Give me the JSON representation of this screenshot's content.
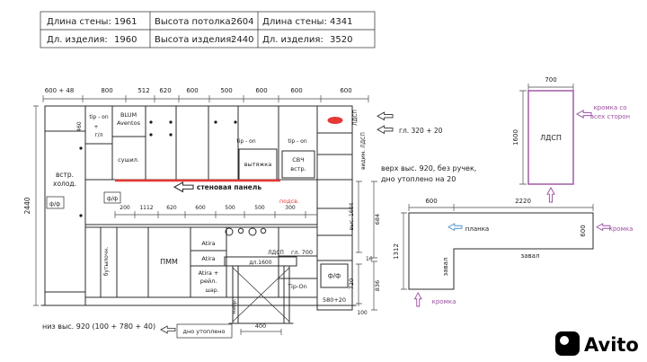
{
  "colors": {
    "line": "#2b2b2b",
    "red": "#e53935",
    "purple": "#9b4fa0",
    "blue": "#4a90c9"
  },
  "header": {
    "row1": [
      {
        "label": "Длина стены:",
        "value": "1961"
      },
      {
        "label": "Высота потолка:",
        "value": "2604"
      },
      {
        "label": "Длина стены:",
        "value": "4341"
      }
    ],
    "row2": [
      {
        "label": "Дл. изделия:",
        "value": "1960"
      },
      {
        "label": "Высота изделия:",
        "value": "2440"
      },
      {
        "label": "Дл. изделия:",
        "value": "3520"
      }
    ]
  },
  "elevation": {
    "dims_top": [
      "600 + 48",
      "800",
      "512",
      "620",
      "600",
      "500",
      "600",
      "600",
      "600"
    ],
    "dims_mid": [
      "200",
      "1112",
      "620",
      "600",
      "500",
      "500",
      "300"
    ],
    "total_height": "2440",
    "upper_door_height": "460",
    "labels": {
      "tip_on": "tip - on",
      "plus": "+",
      "gas_lift": "г/л",
      "blum": "BLUM",
      "aventos": "Aventos",
      "sushil": "сушил.",
      "vstr": "встр.",
      "holod": "холод.",
      "ff": "ф/ф",
      "vytyazhka": "вытяжка",
      "svch": "СВЧ",
      "svch_vstr": "встр.",
      "ldsp": "ЛДСП",
      "vidim_ldsp": "видим. ЛДСП",
      "depth_top": "гл. 320 + 20",
      "note_top_1": "верх выс. 920,  без ручек,",
      "note_top_2": "дно утоплено  на 20",
      "stenovaya_panel": "стеновая панель",
      "podsv": "подсв.",
      "butylochn": "бутылочн.",
      "pmm": "ПММ",
      "atira": "Atira",
      "atira_plus": "Atira +",
      "rejl": "рейл.",
      "shar": "шар.",
      "napr": "напр.",
      "dl_1600": "дл.1600",
      "gl_700": "гл. 700",
      "tip_on_blum": "Tip-On",
      "h580": "580+20",
      "g16": "16",
      "h720": "720",
      "h836": "836",
      "h100": "100",
      "vys_1604": "выс. 1604",
      "h684": "684",
      "w400": "400",
      "note_bottom": "низ выс. 920 (100 + 780 + 40)",
      "dno_utopleno": "дно утоплено"
    }
  },
  "panel_detail": {
    "width": "700",
    "height": "1600",
    "material": "ЛДСП",
    "edge_note_1": "кромка со",
    "edge_note_2": "всех сторон"
  },
  "countertop_detail": {
    "left_width": "600",
    "top_length": "2220",
    "leg_length": "1312",
    "depth": "600",
    "planka": "планка",
    "kromka": "кромка",
    "zaval": "завал"
  },
  "logo": {
    "text": "Avito"
  }
}
